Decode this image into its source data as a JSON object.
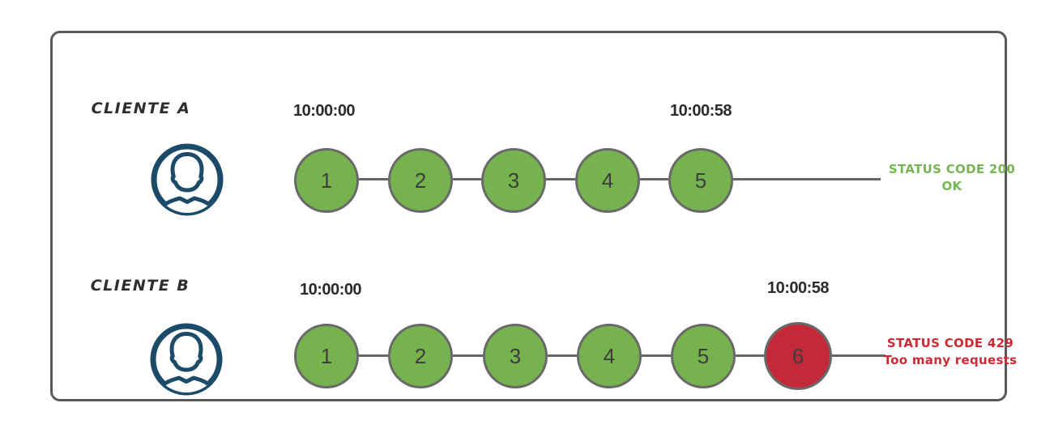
{
  "diagram_title": "rate-limiting-clients-diagram",
  "rows": [
    {
      "client_label": "CLIENTE A",
      "start_time": "10:00:00",
      "end_time": "10:00:58",
      "requests": [
        "1",
        "2",
        "3",
        "4",
        "5"
      ],
      "status_line1": "STATUS CODE 200",
      "status_line2": "OK",
      "status_color": "#77b554"
    },
    {
      "client_label": "CLIENTE B",
      "start_time": "10:00:00",
      "end_time": "10:00:58",
      "requests": [
        "1",
        "2",
        "3",
        "4",
        "5",
        "6"
      ],
      "status_line1": "STATUS CODE 429",
      "status_line2": "Too many requests",
      "status_color": "#cc2936"
    }
  ],
  "colors": {
    "request_ok_fill": "#76b24d",
    "request_blocked_fill": "#c4293a",
    "circle_border": "#696969",
    "connector_line": "#666666",
    "box_border": "#595959",
    "person_icon": "#1c4a69",
    "time_text": "#2b2b2b",
    "client_text": "#2e2e2e",
    "circle_number_text": "#3d3d3d"
  },
  "icons": {
    "person": "user-avatar-icon"
  }
}
